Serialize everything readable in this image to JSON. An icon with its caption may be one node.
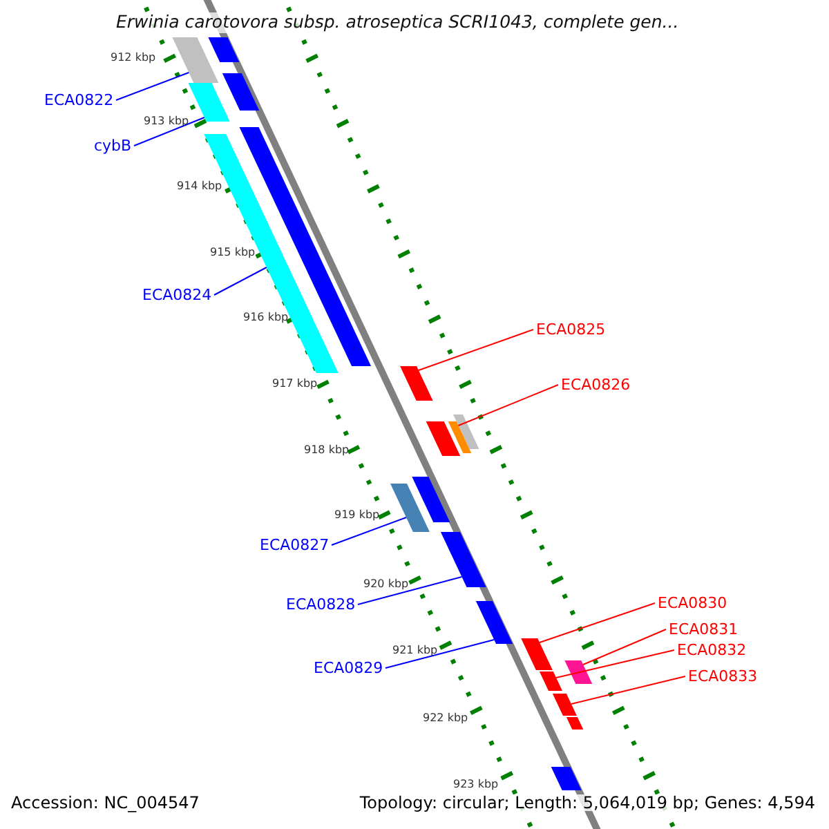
{
  "diagram": {
    "title": "Erwinia carotovora subsp. atroseptica SCRI1043, complete gen...",
    "nodes": [
      {
        "text": [
          "ECA0822"
        ]
      },
      {
        "text": [
          "cybB"
        ]
      },
      {
        "text": [
          "ECA0824"
        ]
      },
      {
        "text": [
          "ECA0825"
        ]
      },
      {
        "text": [
          "ECA0826"
        ]
      },
      {
        "text": [
          "ECA0827"
        ]
      },
      {
        "text": [
          "ECA0828"
        ]
      },
      {
        "text": [
          "ECA0829"
        ]
      },
      {
        "text": [
          "ECA0830"
        ]
      },
      {
        "text": [
          "ECA0831"
        ]
      },
      {
        "text": [
          "ECA0832"
        ]
      },
      {
        "text": [
          "ECA0833"
        ]
      },
      {
        "text": [],
        "shape": "bar"
      },
      {
        "text": [],
        "shape": "bar"
      },
      {
        "text": [],
        "shape": "bar"
      },
      {
        "text": [],
        "shape": "bar"
      },
      {
        "text": [],
        "shape": "bar"
      },
      {
        "text": [],
        "shape": "bar"
      },
      {
        "text": [],
        "shape": "bar"
      },
      {
        "text": [],
        "shape": "bar"
      },
      {
        "text": [],
        "shape": "bar"
      },
      {
        "text": [],
        "shape": "bar"
      },
      {
        "text": [],
        "shape": "bar"
      },
      {
        "text": [],
        "shape": "bar"
      },
      {
        "text": [],
        "shape": "bar"
      },
      {
        "text": [],
        "shape": "bar"
      },
      {
        "text": [],
        "shape": "bar"
      },
      {
        "text": [],
        "shape": "bar"
      },
      {
        "text": [],
        "shape": "bar"
      },
      {
        "text": [],
        "shape": "bar"
      },
      {
        "text": [],
        "shape": "bar"
      },
      {
        "text": [],
        "shape": "bar"
      }
    ],
    "edges": [
      {
        "from": 0,
        "to": 13,
        "arrow": "none",
        "color": "#0000ff"
      },
      {
        "from": 1,
        "to": 15,
        "arrow": "none",
        "color": "#0000ff"
      },
      {
        "from": 2,
        "to": 17,
        "arrow": "none",
        "color": "#0000ff"
      },
      {
        "from": 3,
        "to": 18,
        "arrow": "none",
        "color": "#ff0000"
      },
      {
        "from": 4,
        "to": 21,
        "arrow": "none",
        "color": "#ff0000"
      },
      {
        "from": 5,
        "to": 23,
        "arrow": "none",
        "color": "#0000ff"
      },
      {
        "from": 6,
        "to": 24,
        "arrow": "none",
        "color": "#0000ff"
      },
      {
        "from": 7,
        "to": 25,
        "arrow": "none",
        "color": "#0000ff"
      },
      {
        "from": 8,
        "to": 26,
        "arrow": "none",
        "color": "#ff0000"
      },
      {
        "from": 9,
        "to": 27,
        "arrow": "none",
        "color": "#ff0000"
      },
      {
        "from": 10,
        "to": 28,
        "arrow": "none",
        "color": "#ff0000"
      },
      {
        "from": 11,
        "to": 29,
        "arrow": "none",
        "color": "#ff0000"
      }
    ],
    "labels": [
      "912 kbp",
      "913 kbp",
      "914 kbp",
      "915 kbp",
      "916 kbp",
      "917 kbp",
      "918 kbp",
      "919 kbp",
      "920 kbp",
      "921 kbp",
      "922 kbp",
      "923 kbp",
      "Accession: NC_004547",
      "Topology: circular; Length: 5,064,019 bp; Genes: 4,594"
    ]
  }
}
